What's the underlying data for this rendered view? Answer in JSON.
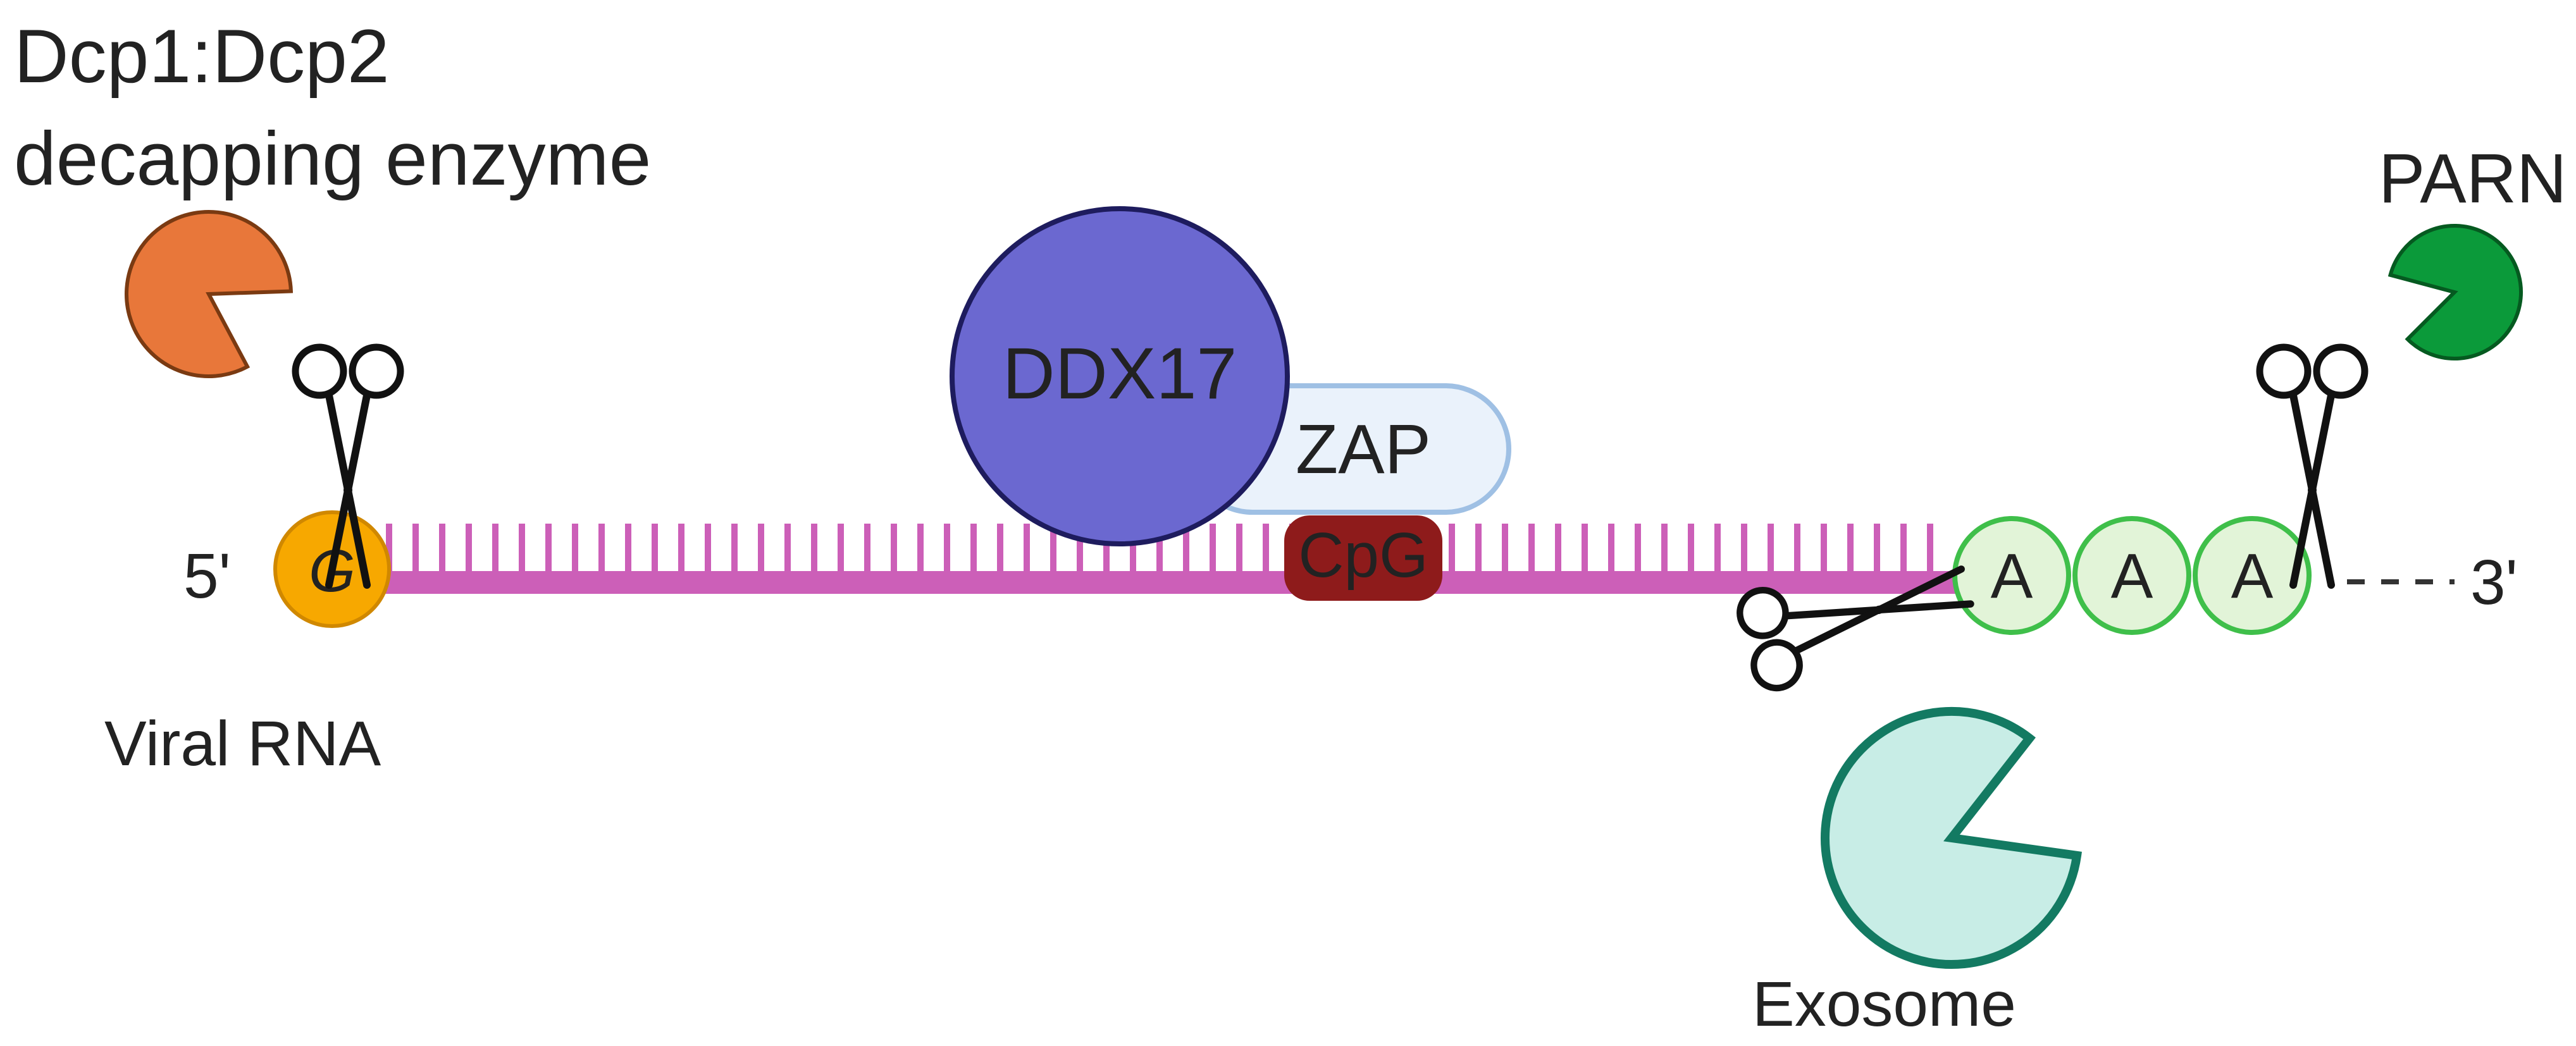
{
  "enzymes": {
    "decapping": {
      "line1": "Dcp1:Dcp2",
      "line2": "decapping enzyme",
      "color": "#E8773A",
      "stroke": "#7A3A12"
    },
    "parn": {
      "label": "PARN",
      "color": "#0B9A3A",
      "stroke": "#055A20"
    },
    "exosome": {
      "label": "Exosome",
      "color": "#C8EDE6",
      "stroke": "#137A62"
    }
  },
  "proteins": {
    "ddx17": {
      "label": "DDX17",
      "color": "#6B68D0",
      "stroke": "#1E1C5E"
    },
    "zap": {
      "label": "ZAP",
      "color": "#EAF2FB",
      "stroke": "#9FC0E4"
    }
  },
  "rna": {
    "label": "Viral RNA",
    "five_prime": "5'",
    "three_prime": "3'",
    "cap": "G",
    "cap_color": "#F7A800",
    "strand_color": "#CC5FB8",
    "motif": {
      "label": "CpG",
      "color": "#8E1B1B"
    },
    "poly_a": [
      "A",
      "A",
      "A"
    ],
    "poly_a_color": "#E2F4D8",
    "poly_a_stroke": "#3FBF4A"
  },
  "scissors": [
    "decapping-cut",
    "deadenylation-cut",
    "exosome-cut"
  ]
}
